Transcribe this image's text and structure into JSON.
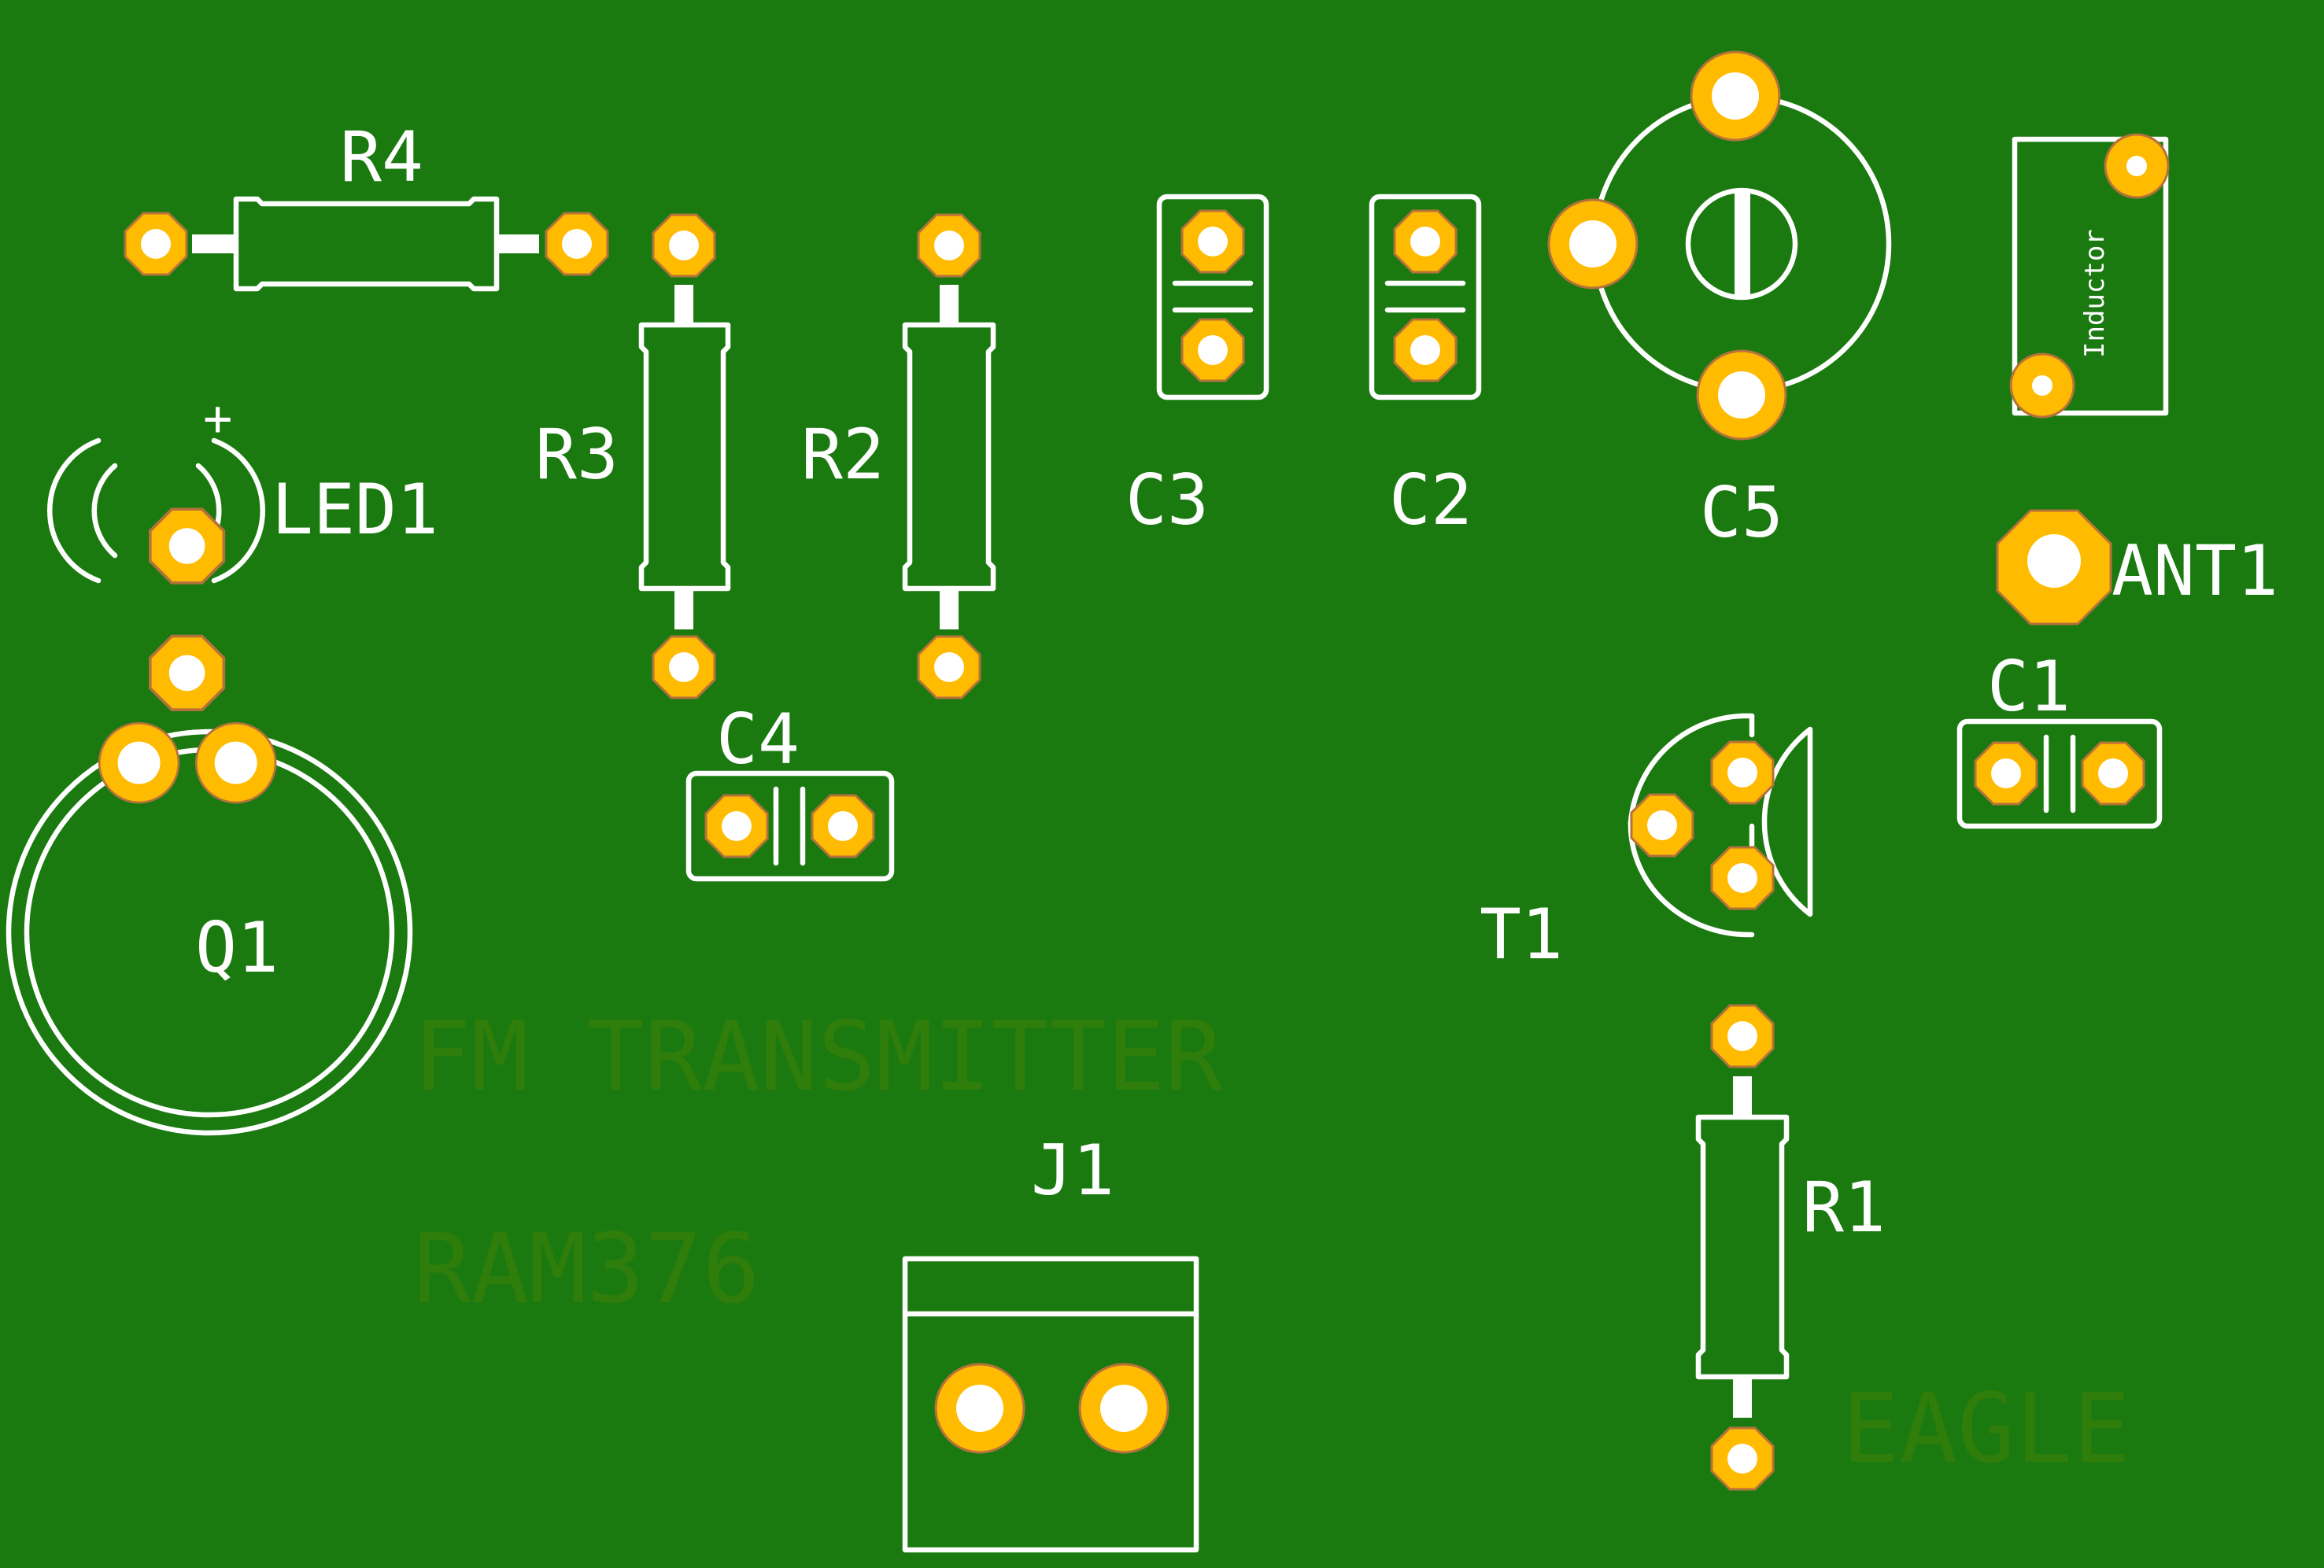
{
  "colors": {
    "board": "#1a7a10",
    "silkscreen": "#ffffff",
    "pad": "#ffbb00",
    "pad_outline": "#b5713a",
    "copper_text": "#2f7d0a"
  },
  "designators": {
    "r4": "R4",
    "r3": "R3",
    "r2": "R2",
    "r1": "R1",
    "c1": "C1",
    "c2": "C2",
    "c3": "C3",
    "c4": "C4",
    "c5": "C5",
    "led1": "LED1",
    "led1_polarity": "+",
    "q1": "Q1",
    "t1": "T1",
    "j1": "J1",
    "ant1": "ANT1",
    "inductor": "Inductor"
  },
  "copper_text": {
    "title": "FM TRANSMITTER",
    "subtitle": "RAM376",
    "tool": "EAGLE"
  }
}
